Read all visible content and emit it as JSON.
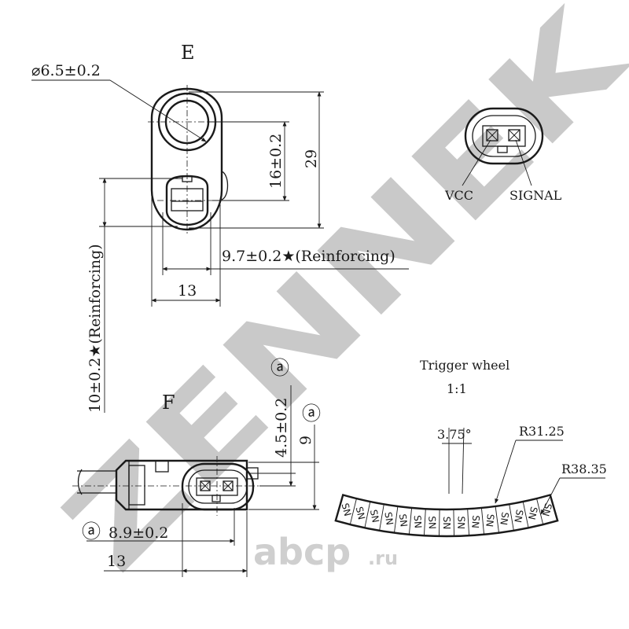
{
  "watermarks": {
    "brand": "ZENNEK",
    "site": "abcp",
    "site_suffix": ".ru"
  },
  "view_e": {
    "title": "E",
    "hole_dia": "⌀6.5±0.2",
    "dim_16": "16±0.2",
    "dim_29": "29",
    "dim_97": "9.7±0.2★(Reinforcing)",
    "dim_13": "13",
    "dim_10": "10±0.2★(Reinforcing)"
  },
  "connector": {
    "pin_1": "VCC",
    "pin_2": "SIGNAL"
  },
  "view_f": {
    "title": "F",
    "marker_a": "ⓐ",
    "dim_45": "4.5±0.2",
    "dim_9": "9",
    "dim_89": "8.9±0.2",
    "dim_13": "13"
  },
  "trigger_wheel": {
    "title": "Trigger wheel",
    "scale": "1:1",
    "angle": "3.75°",
    "inner_radius": "R31.25",
    "outer_radius": "R38.35",
    "segments": [
      "SN",
      "SN",
      "SN",
      "SN",
      "SN",
      "SN",
      "SN",
      "SN",
      "SN",
      "SN",
      "SN",
      "SN",
      "SN",
      "SN",
      "SN"
    ]
  }
}
